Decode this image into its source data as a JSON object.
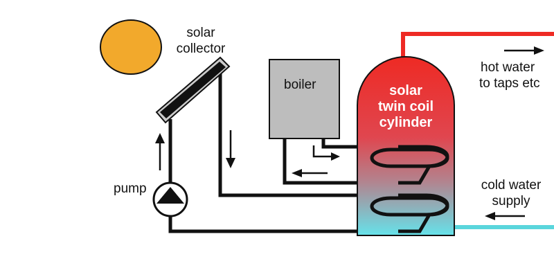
{
  "labels": {
    "collector": [
      "solar",
      "collector"
    ],
    "boiler": "boiler",
    "cylinder": [
      "solar",
      "twin coil",
      "cylinder"
    ],
    "hot_water": [
      "hot water",
      "to taps etc"
    ],
    "cold_water": [
      "cold water",
      "supply"
    ],
    "pump": "pump"
  },
  "colors": {
    "sun": "#f2a92c",
    "hot_pipe": "#ee2a24",
    "cold_pipe": "#5ad6dc",
    "cylinder_top": "#ee2a24",
    "cylinder_bottom": "#66e2ea",
    "boiler_fill": "#bdbdbd",
    "collector_frame": "#cccccc",
    "pipe": "#111111"
  },
  "icons": {
    "sun": "sun-icon",
    "pump": "pump-icon",
    "collector": "solar-panel-icon",
    "boiler": "boiler-box-icon",
    "flow_arrows": "arrow-icon"
  }
}
